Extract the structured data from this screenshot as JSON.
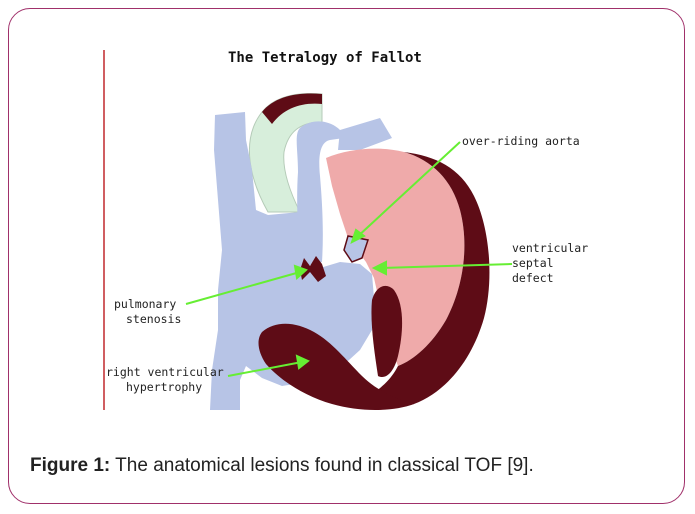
{
  "figure": {
    "title": "The Tetralogy of Fallot",
    "labels": {
      "overriding_aorta": "over-riding aorta",
      "vsd": [
        "ventricular",
        "septal",
        "defect"
      ],
      "pulmonary_stenosis": [
        "pulmonary",
        "stenosis"
      ],
      "rv_hypertrophy": [
        "right ventricular",
        "hypertrophy"
      ]
    },
    "colors": {
      "frame": "#a0306a",
      "blue": "#b7c4e6",
      "pink": "#efaaaa",
      "dark_red": "#5e0c16",
      "green_vessel": "#d7eedb",
      "arrow": "#66ee33",
      "ruler": "#c0282d"
    }
  },
  "caption": {
    "label": "Figure 1:",
    "text": " The anatomical lesions found in classical TOF [9]."
  }
}
